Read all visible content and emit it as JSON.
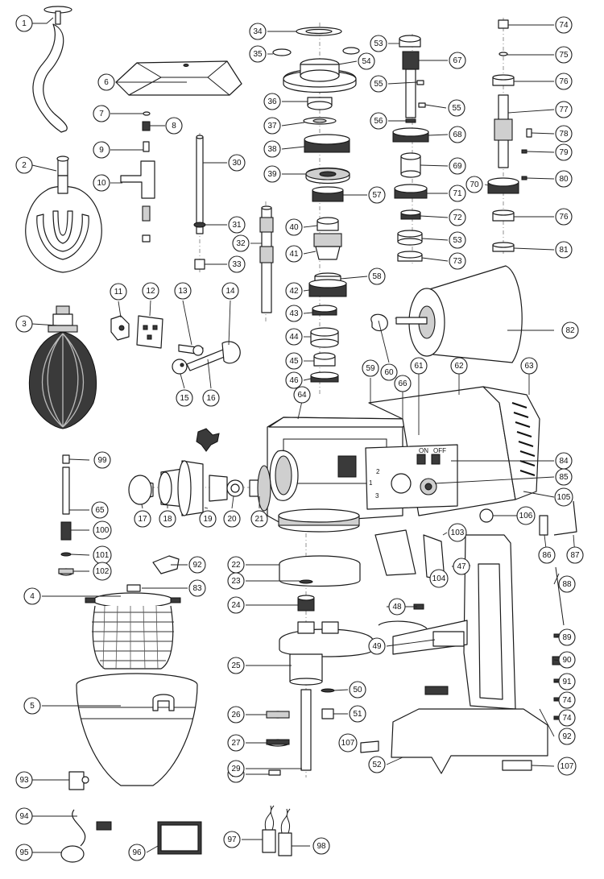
{
  "callouts": [
    {
      "id": "1",
      "label": "1"
    },
    {
      "id": "2",
      "label": "2"
    },
    {
      "id": "3",
      "label": "3"
    },
    {
      "id": "4",
      "label": "4"
    },
    {
      "id": "5",
      "label": "5"
    },
    {
      "id": "6",
      "label": "6"
    },
    {
      "id": "7",
      "label": "7"
    },
    {
      "id": "8",
      "label": "8"
    },
    {
      "id": "9",
      "label": "9"
    },
    {
      "id": "10",
      "label": "10"
    },
    {
      "id": "11",
      "label": "11"
    },
    {
      "id": "12",
      "label": "12"
    },
    {
      "id": "13",
      "label": "13"
    },
    {
      "id": "14",
      "label": "14"
    },
    {
      "id": "15",
      "label": "15"
    },
    {
      "id": "16",
      "label": "16"
    },
    {
      "id": "17",
      "label": "17"
    },
    {
      "id": "18",
      "label": "18"
    },
    {
      "id": "19",
      "label": "19"
    },
    {
      "id": "20",
      "label": "20"
    },
    {
      "id": "21",
      "label": "21"
    },
    {
      "id": "22",
      "label": "22"
    },
    {
      "id": "23",
      "label": "23"
    },
    {
      "id": "24",
      "label": "24"
    },
    {
      "id": "25",
      "label": "25"
    },
    {
      "id": "26",
      "label": "26"
    },
    {
      "id": "27",
      "label": "27"
    },
    {
      "id": "28",
      "label": "28"
    },
    {
      "id": "29",
      "label": "29"
    },
    {
      "id": "30",
      "label": "30"
    },
    {
      "id": "31",
      "label": "31"
    },
    {
      "id": "32",
      "label": "32"
    },
    {
      "id": "33",
      "label": "33"
    },
    {
      "id": "34",
      "label": "34"
    },
    {
      "id": "35",
      "label": "35"
    },
    {
      "id": "36",
      "label": "36"
    },
    {
      "id": "37",
      "label": "37"
    },
    {
      "id": "38",
      "label": "38"
    },
    {
      "id": "39",
      "label": "39"
    },
    {
      "id": "40",
      "label": "40"
    },
    {
      "id": "41",
      "label": "41"
    },
    {
      "id": "42",
      "label": "42"
    },
    {
      "id": "43",
      "label": "43"
    },
    {
      "id": "44",
      "label": "44"
    },
    {
      "id": "45",
      "label": "45"
    },
    {
      "id": "46",
      "label": "46"
    },
    {
      "id": "47",
      "label": "47"
    },
    {
      "id": "48",
      "label": "48"
    },
    {
      "id": "49",
      "label": "49"
    },
    {
      "id": "50",
      "label": "50"
    },
    {
      "id": "51",
      "label": "51"
    },
    {
      "id": "52",
      "label": "52"
    },
    {
      "id": "53a",
      "label": "53"
    },
    {
      "id": "53b",
      "label": "53"
    },
    {
      "id": "54",
      "label": "54"
    },
    {
      "id": "55a",
      "label": "55"
    },
    {
      "id": "55b",
      "label": "55"
    },
    {
      "id": "56",
      "label": "56"
    },
    {
      "id": "57",
      "label": "57"
    },
    {
      "id": "58",
      "label": "58"
    },
    {
      "id": "59",
      "label": "59"
    },
    {
      "id": "60",
      "label": "60"
    },
    {
      "id": "61",
      "label": "61"
    },
    {
      "id": "62",
      "label": "62"
    },
    {
      "id": "63",
      "label": "63"
    },
    {
      "id": "64",
      "label": "64"
    },
    {
      "id": "65",
      "label": "65"
    },
    {
      "id": "66",
      "label": "66"
    },
    {
      "id": "67",
      "label": "67"
    },
    {
      "id": "68",
      "label": "68"
    },
    {
      "id": "69",
      "label": "69"
    },
    {
      "id": "70",
      "label": "70"
    },
    {
      "id": "71",
      "label": "71"
    },
    {
      "id": "72",
      "label": "72"
    },
    {
      "id": "73",
      "label": "73"
    },
    {
      "id": "74a",
      "label": "74"
    },
    {
      "id": "74b",
      "label": "74"
    },
    {
      "id": "74c",
      "label": "74"
    },
    {
      "id": "75",
      "label": "75"
    },
    {
      "id": "76a",
      "label": "76"
    },
    {
      "id": "76b",
      "label": "76"
    },
    {
      "id": "77",
      "label": "77"
    },
    {
      "id": "78",
      "label": "78"
    },
    {
      "id": "79",
      "label": "79"
    },
    {
      "id": "80",
      "label": "80"
    },
    {
      "id": "81",
      "label": "81"
    },
    {
      "id": "82",
      "label": "82"
    },
    {
      "id": "83",
      "label": "83"
    },
    {
      "id": "84",
      "label": "84"
    },
    {
      "id": "85",
      "label": "85"
    },
    {
      "id": "86",
      "label": "86"
    },
    {
      "id": "87",
      "label": "87"
    },
    {
      "id": "88",
      "label": "88"
    },
    {
      "id": "89",
      "label": "89"
    },
    {
      "id": "90",
      "label": "90"
    },
    {
      "id": "91",
      "label": "91"
    },
    {
      "id": "92a",
      "label": "92"
    },
    {
      "id": "92b",
      "label": "92"
    },
    {
      "id": "93",
      "label": "93"
    },
    {
      "id": "94",
      "label": "94"
    },
    {
      "id": "95",
      "label": "95"
    },
    {
      "id": "96",
      "label": "96"
    },
    {
      "id": "97",
      "label": "97"
    },
    {
      "id": "98",
      "label": "98"
    },
    {
      "id": "99",
      "label": "99"
    },
    {
      "id": "100",
      "label": "100"
    },
    {
      "id": "101",
      "label": "101"
    },
    {
      "id": "102",
      "label": "102"
    },
    {
      "id": "103",
      "label": "103"
    },
    {
      "id": "104",
      "label": "104"
    },
    {
      "id": "105",
      "label": "105"
    },
    {
      "id": "106",
      "label": "106"
    },
    {
      "id": "107a",
      "label": "107"
    },
    {
      "id": "107b",
      "label": "107"
    }
  ],
  "control_panel": {
    "on_label": "ON",
    "off_label": "OFF",
    "speed_1": "1",
    "speed_2": "2",
    "speed_3": "3"
  }
}
